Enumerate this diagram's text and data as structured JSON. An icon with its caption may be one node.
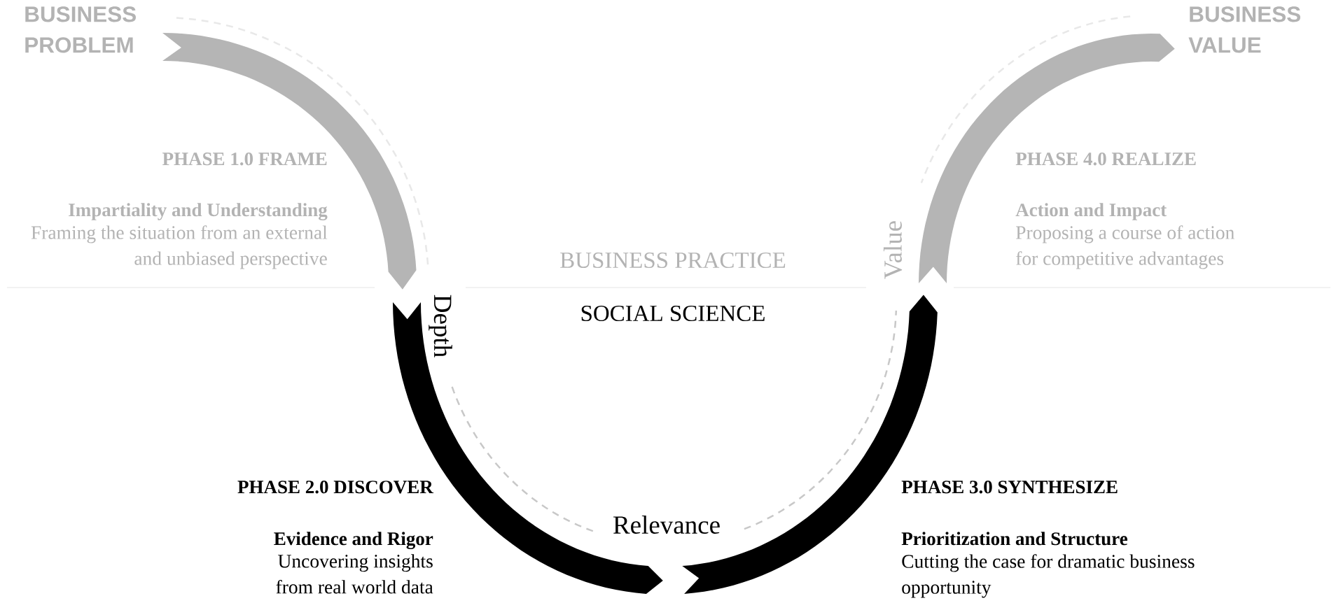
{
  "diagram": {
    "labels": [
      "BUSINESS PROBLEM",
      "BUSINESS VALUE",
      "PHASE 1.0 FRAME",
      "PHASE 4.0 REALIZE",
      "Impartiality and Understanding",
      "Action and Impact",
      "Framing the situation from an external and unbiased perspective",
      "BUSINESS PRACTICE",
      "Value",
      "Proposing a course of action for competitive advantages",
      "Depth",
      "SOCIAL SCIENCE",
      "PHASE 2.0 DISCOVER",
      "PHASE 3.0 SYNTHESIZE",
      "Relevance",
      "Evidence and Rigor",
      "Prioritization and Structure",
      "Uncovering insights from real world data",
      "Cutting the case for dramatic business opportunity"
    ]
  }
}
